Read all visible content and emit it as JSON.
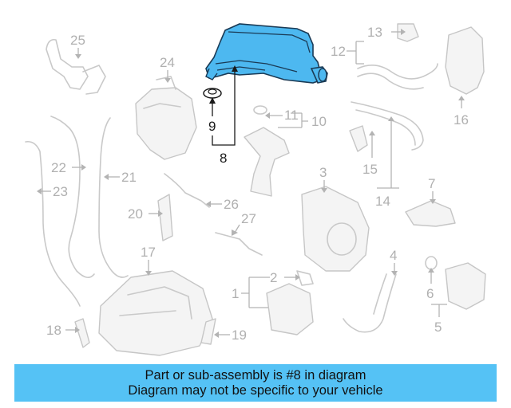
{
  "highlight_color": "#55c2f5",
  "part_fill_color": "#4db8f0",
  "callouts": {
    "c1": "1",
    "c2": "2",
    "c3": "3",
    "c4": "4",
    "c5": "5",
    "c6": "6",
    "c7": "7",
    "c8": "8",
    "c9": "9",
    "c10": "10",
    "c11": "11",
    "c12": "12",
    "c13": "13",
    "c14": "14",
    "c15": "15",
    "c16": "16",
    "c17": "17",
    "c18": "18",
    "c19": "19",
    "c20": "20",
    "c21": "21",
    "c22": "22",
    "c23": "23",
    "c24": "24",
    "c25": "25",
    "c26": "26",
    "c27": "27"
  },
  "banner": {
    "line1": "Part or sub-assembly is #8 in diagram",
    "line2": "Diagram may not be specific to your vehicle"
  }
}
